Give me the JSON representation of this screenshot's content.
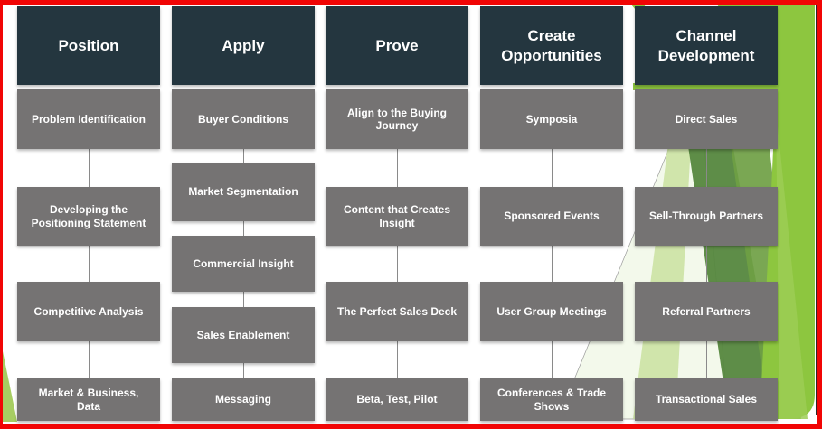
{
  "slide": {
    "type": "process-diagram",
    "columns": [
      {
        "header": "Position",
        "items": [
          "Problem Identification",
          "Developing the Positioning Statement",
          "Competitive Analysis",
          "Market & Business, Data"
        ]
      },
      {
        "header": "Apply",
        "items": [
          "Buyer Conditions",
          "Market Segmentation",
          "Commercial Insight",
          "Sales Enablement",
          "Messaging"
        ]
      },
      {
        "header": "Prove",
        "items": [
          "Align to the Buying Journey",
          "Content that Creates Insight",
          "The Perfect Sales Deck",
          "Beta, Test, Pilot"
        ]
      },
      {
        "header": "Create Opportunities",
        "items": [
          "Symposia",
          "Sponsored Events",
          "User Group Meetings",
          "Conferences & Trade Shows"
        ]
      },
      {
        "header": "Channel Development",
        "items": [
          "Direct Sales",
          "Sell-Through Partners",
          "Referral Partners",
          "Transactional Sales"
        ]
      }
    ]
  },
  "colors": {
    "border-red": "#f10505",
    "header-bg": "#24363f",
    "item-bg": "#757373",
    "text": "#ffffff",
    "connector": "#8a8a8a",
    "green-bright": "#8dc63f",
    "green-mid": "#6fa044",
    "green-dark": "#55873e",
    "green-light": "#cde3a5",
    "green-corner": "#a7cd62",
    "edge-line": "#2a2a2a"
  }
}
